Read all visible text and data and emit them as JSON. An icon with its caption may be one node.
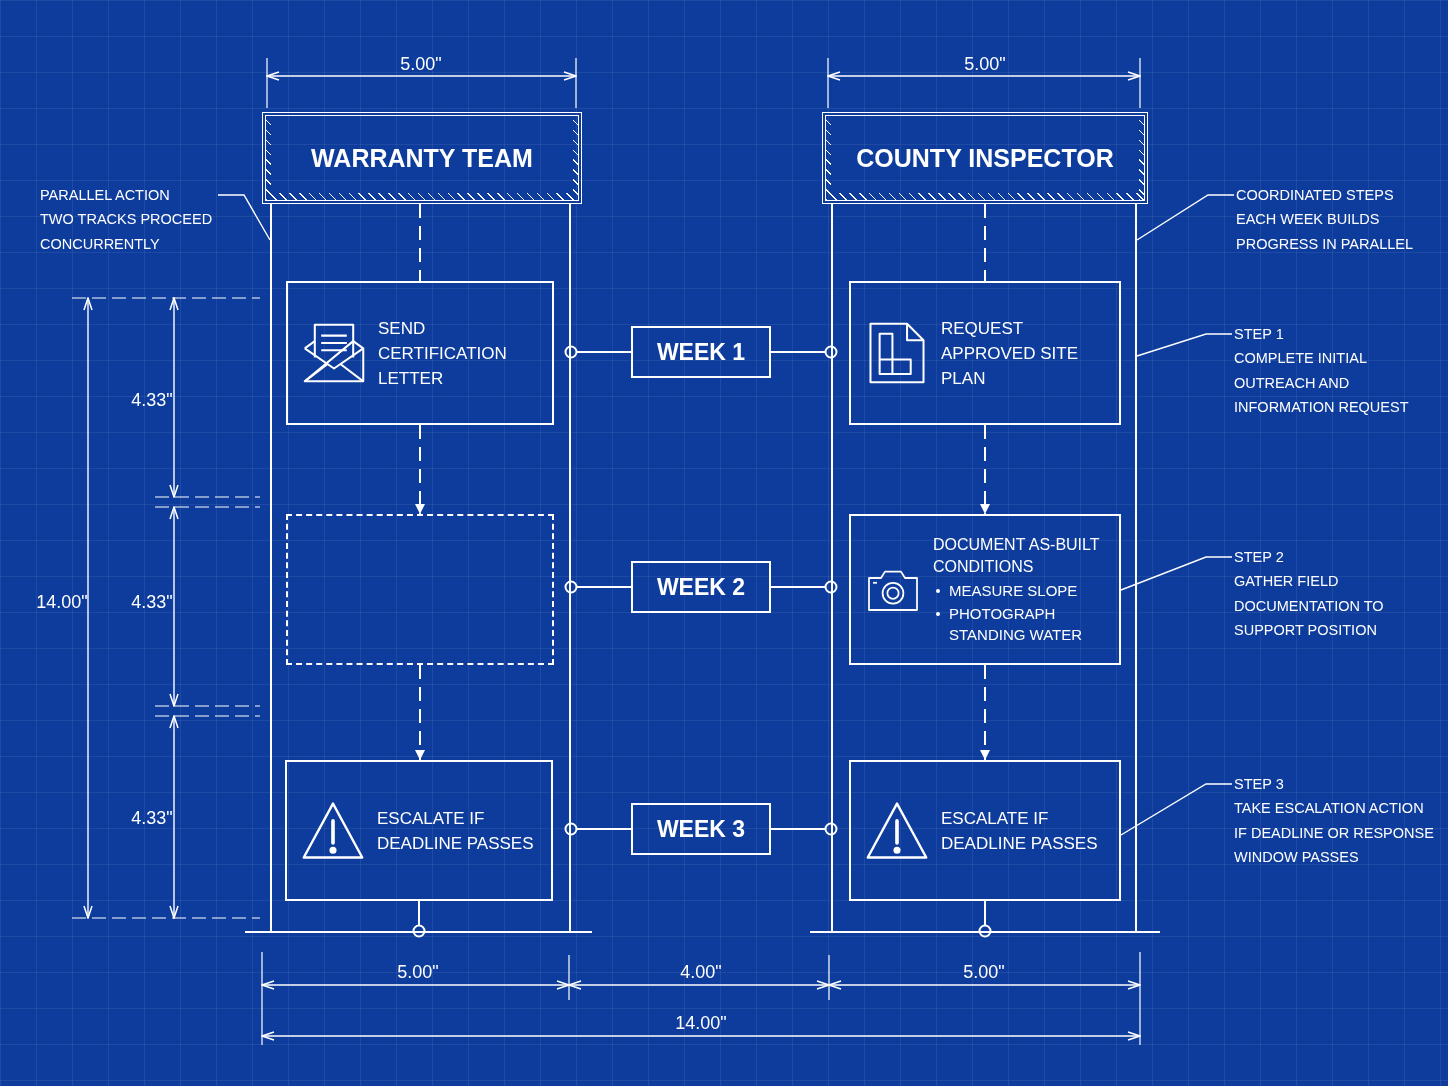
{
  "diagram": {
    "nodes": [
      {
        "text": [
          "WARRANTY TEAM"
        ]
      },
      {
        "text": [
          "COUNTY INSPECTOR"
        ]
      },
      {
        "text": [
          "PARALLEL ACTION",
          "TWO TRACKS PROCEED CONCURRENTLY"
        ]
      },
      {
        "text": [
          "COORDINATED STEPS",
          "EACH WEEK BUILDS PROGRESS IN PARALLEL"
        ]
      },
      {
        "text": [],
        "shape": "box"
      },
      {
        "text": [],
        "shape": "box"
      },
      {
        "text": [
          "SEND CERTIFICATION LETTER"
        ],
        "in": 4
      },
      {
        "text": [
          "WEEK 1"
        ]
      },
      {
        "text": [
          "REQUEST APPROVED SITE PLAN"
        ],
        "in": 5
      },
      {
        "text": [
          "STEP 1",
          "COMPLETE INITIAL OUTREACH AND INFORMATION REQUEST"
        ]
      },
      {
        "text": [],
        "shape": "box",
        "in": 4
      },
      {
        "text": [
          "WEEK 2"
        ]
      },
      {
        "text": [
          "DOCUMENT AS-BUILT CONDITIONS",
          "MEASURE SLOPE",
          "PHOTOGRAPH STANDING WATER"
        ],
        "in": 5
      },
      {
        "text": [
          "STEP 2",
          "GATHER FIELD DOCUMENTATION TO SUPPORT POSITION"
        ]
      },
      {
        "text": [
          "ESCALATE IF DEADLINE PASSES"
        ],
        "in": 4
      },
      {
        "text": [
          "WEEK 3"
        ]
      },
      {
        "text": [
          "ESCALATE IF DEADLINE PASSES"
        ],
        "in": 5
      },
      {
        "text": [
          "STEP 3",
          "TAKE ESCALATION ACTION IF DEADLINE OR RESPONSE WINDOW PASSES"
        ]
      },
      {
        "text": [],
        "shape": "bar"
      },
      {
        "text": [],
        "shape": "bar"
      }
    ],
    "edges": [
      {
        "from": 0,
        "to": 6,
        "arrow": "none",
        "style": "dashed"
      },
      {
        "from": 6,
        "to": 10,
        "arrow": "to",
        "style": "dashed"
      },
      {
        "from": 10,
        "to": 14,
        "arrow": "to",
        "style": "dashed"
      },
      {
        "from": 1,
        "to": 8,
        "arrow": "none",
        "style": "dashed"
      },
      {
        "from": 8,
        "to": 12,
        "arrow": "to",
        "style": "dashed"
      },
      {
        "from": 12,
        "to": 16,
        "arrow": "to",
        "style": "dashed"
      },
      {
        "from": 4,
        "to": 7,
        "arrow": "other"
      },
      {
        "from": 5,
        "to": 7,
        "arrow": "other"
      },
      {
        "from": 4,
        "to": 11,
        "arrow": "other"
      },
      {
        "from": 5,
        "to": 11,
        "arrow": "other"
      },
      {
        "from": 4,
        "to": 15,
        "arrow": "other"
      },
      {
        "from": 5,
        "to": 15,
        "arrow": "other"
      },
      {
        "from": 2,
        "to": 4,
        "arrow": "none"
      },
      {
        "from": 3,
        "to": 5,
        "arrow": "none"
      },
      {
        "from": 9,
        "to": 5,
        "arrow": "none"
      },
      {
        "from": 13,
        "to": 12,
        "arrow": "none"
      },
      {
        "from": 17,
        "to": 16,
        "arrow": "none"
      },
      {
        "from": 18,
        "to": 14,
        "arrow": "other"
      },
      {
        "from": 19,
        "to": 16,
        "arrow": "other"
      }
    ],
    "labels": [
      "5.00\"",
      "5.00\"",
      "4.33\"",
      "14.00\"",
      "4.33\"",
      "4.33\"",
      "5.00\"",
      "4.00\"",
      "5.00\"",
      "14.00\""
    ]
  }
}
